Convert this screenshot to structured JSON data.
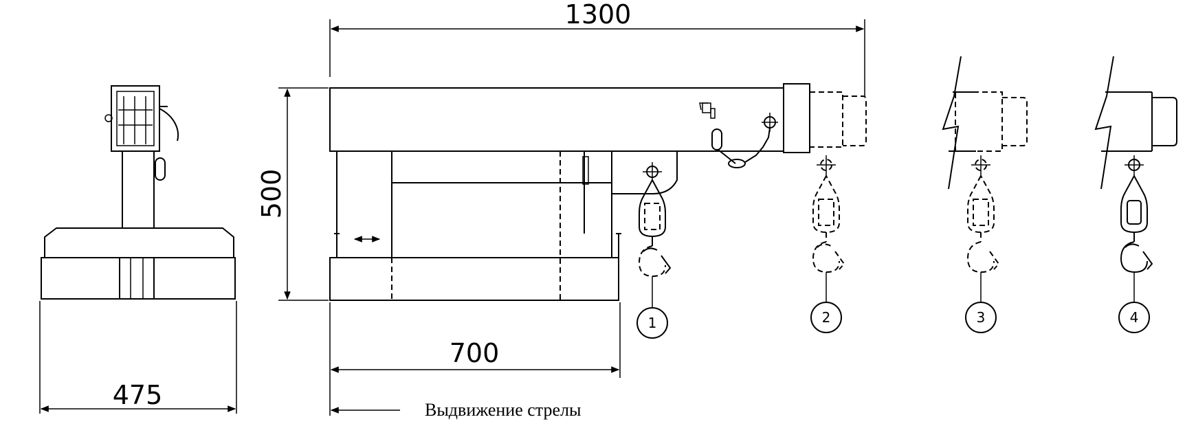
{
  "dimensions": {
    "overall_length": "1300",
    "height": "500",
    "base_length": "700",
    "width": "475"
  },
  "caption": "Выдвижение стрелы",
  "positions": [
    "1",
    "2",
    "3",
    "4"
  ],
  "colors": {
    "line": "#000000",
    "fill": "#ffffff"
  }
}
